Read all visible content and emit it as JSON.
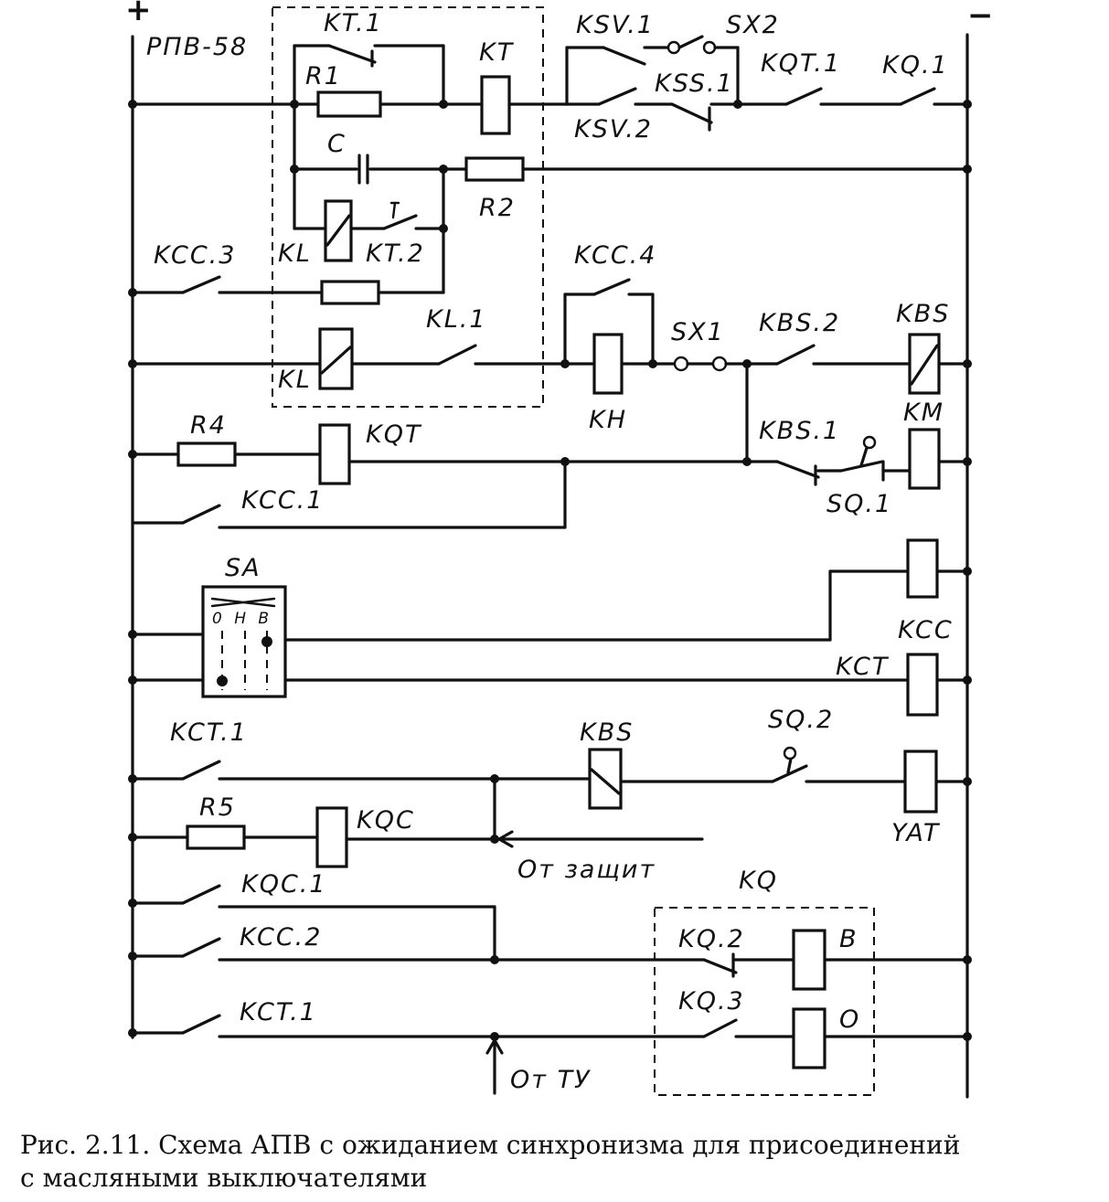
{
  "polarity": {
    "plus": "+",
    "minus": "−"
  },
  "labels": {
    "rpv": "РПВ-58",
    "kt1": "KT.1",
    "r1": "R1",
    "kt": "KT",
    "c": "C",
    "r2": "R2",
    "kl_a": "KL",
    "kt2": "KT.2",
    "kl_b": "KL",
    "kl1": "KL.1",
    "kcc3": "KCC.3",
    "ksv1": "KSV.1",
    "sx2": "SX2",
    "kss1": "KSS.1",
    "ksv2": "KSV.2",
    "kqt1": "KQT.1",
    "kq1": "KQ.1",
    "kcc4": "KCC.4",
    "sx1": "SX1",
    "kbs2": "KBS.2",
    "kbs_top": "KBS",
    "kh": "KH",
    "r4": "R4",
    "kqt": "KQT",
    "kbs1": "KBS.1",
    "km": "KM",
    "sq1": "SQ.1",
    "kcc1": "KCC.1",
    "sa": "SA",
    "sa_pos": "0 H B",
    "kcc": "KCC",
    "kct": "KCT",
    "kct1_a": "KCT.1",
    "kbs_mid": "KBS",
    "sq2": "SQ.2",
    "yat": "YAT",
    "r5": "R5",
    "kqc": "KQC",
    "ot_zashchit": "От защит",
    "kqc1": "KQC.1",
    "kq": "KQ",
    "kcc2": "KCC.2",
    "kq2": "KQ.2",
    "b": "B",
    "kq3": "KQ.3",
    "o": "O",
    "kct1_b": "KCT.1",
    "ot_tu": "От ТУ"
  },
  "caption": {
    "line1": "Рис. 2.11. Схема АПВ с ожиданием синхронизма для присоединений",
    "line2": "с масляными выключателями"
  }
}
